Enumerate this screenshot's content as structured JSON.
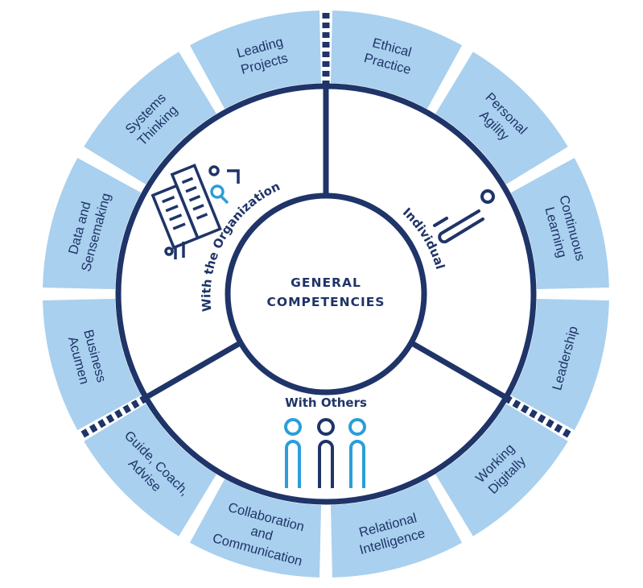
{
  "center": {
    "line1": "GENERAL",
    "line2": "COMPETENCIES"
  },
  "sectors": {
    "individual": "Individual",
    "organization": "With the Organization",
    "others": "With Others"
  },
  "segments": [
    {
      "lines": [
        "Ethical",
        "Practice"
      ]
    },
    {
      "lines": [
        "Personal",
        "Agility"
      ]
    },
    {
      "lines": [
        "Continuous",
        "Learning"
      ]
    },
    {
      "lines": [
        "Leadership"
      ]
    },
    {
      "lines": [
        "Working",
        "Digitally"
      ]
    },
    {
      "lines": [
        "Relational",
        "Intelligence"
      ]
    },
    {
      "lines": [
        "Collaboration",
        "and",
        "Communication"
      ]
    },
    {
      "lines": [
        "Guide, Coach,",
        "Advise"
      ]
    },
    {
      "lines": [
        "Business",
        "Acumen"
      ]
    },
    {
      "lines": [
        "Data and",
        "Sensemaking"
      ]
    },
    {
      "lines": [
        "Systems",
        "Thinking"
      ]
    },
    {
      "lines": [
        "Leading",
        "Projects"
      ]
    }
  ],
  "icons": {
    "individual": "person-icon",
    "organization": "organization-buildings-icon",
    "others": "group-of-people-icon"
  },
  "colors": {
    "navy": "#1f3468",
    "segment_fill": "#a9d0ee",
    "accent_blue": "#2b9ed8",
    "background": "#ffffff"
  }
}
